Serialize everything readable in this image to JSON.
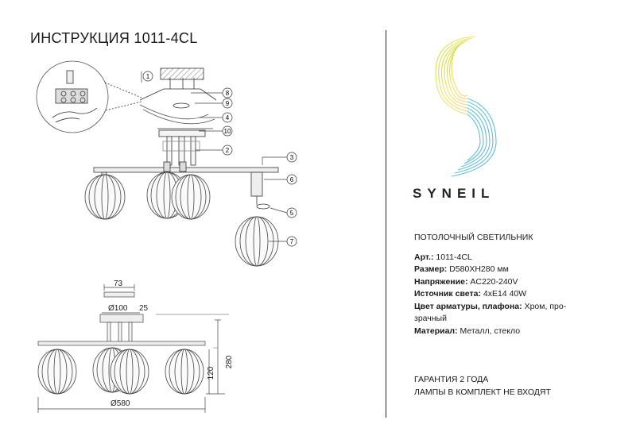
{
  "title": "ИНСТРУКЦИЯ 1011-4CL",
  "brand": "SYNEIL",
  "product_type": "ПОТОЛОЧНЫЙ СВЕТИЛЬНИК",
  "specs": [
    {
      "label": "Арт.:",
      "value": "1011-4CL"
    },
    {
      "label": "Размер:",
      "value": "D580XH280 мм"
    },
    {
      "label": "Напряжение:",
      "value": "AC220-240V"
    },
    {
      "label": "Источник света:",
      "value": "4xE14 40W"
    },
    {
      "label": "Цвет арматуры, плафона:",
      "value": "Хром, про-зрачный"
    },
    {
      "label": "Материал:",
      "value": "Металл, стекло"
    }
  ],
  "warranty": [
    "ГАРАНТИЯ 2 ГОДА",
    "ЛАМПЫ В КОМПЛЕКТ НЕ ВХОДЯТ"
  ],
  "assembly_callouts": [
    "1",
    "8",
    "9",
    "4",
    "10",
    "2",
    "3",
    "6",
    "5",
    "7"
  ],
  "dimensions": {
    "base": "73",
    "canopy": "Ø100",
    "rod": "25",
    "height_total": "280",
    "height_lower": "120",
    "width": "Ø580"
  }
}
